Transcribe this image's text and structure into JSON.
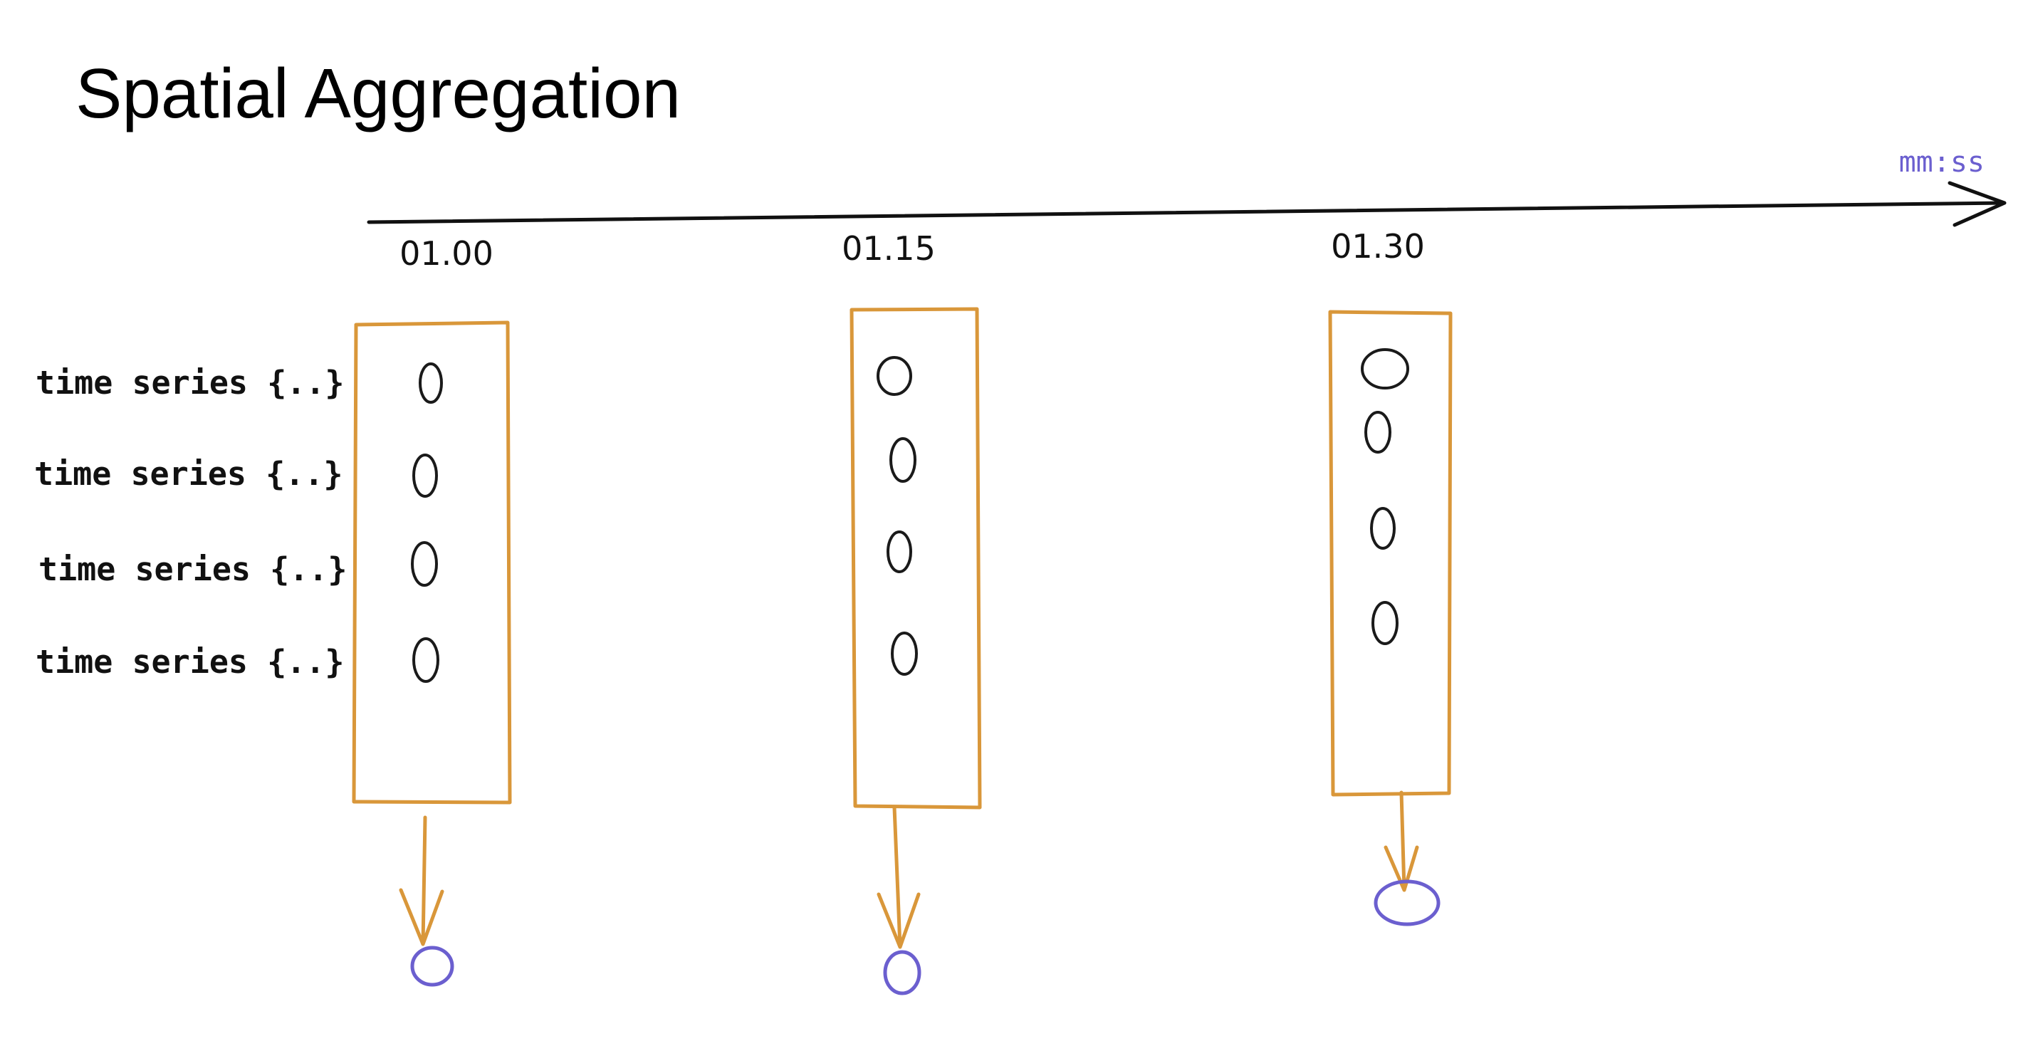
{
  "title": "Spatial Aggregation",
  "axis": {
    "unit_label": "mm:ss"
  },
  "series_labels": [
    "time series {..}",
    "time series {..}",
    "time series {..}",
    "time series {..}"
  ],
  "time_slots": [
    {
      "label": "01.00",
      "samples": 4
    },
    {
      "label": "01.15",
      "samples": 4
    },
    {
      "label": "01.30",
      "samples": 4
    }
  ],
  "colors": {
    "axis": "#111111",
    "window_box": "#d9973a",
    "sample_point": "#1a1a1a",
    "aggregate_point": "#6b5fcf",
    "unit_label": "#6b5fcf",
    "text": "#111111"
  }
}
